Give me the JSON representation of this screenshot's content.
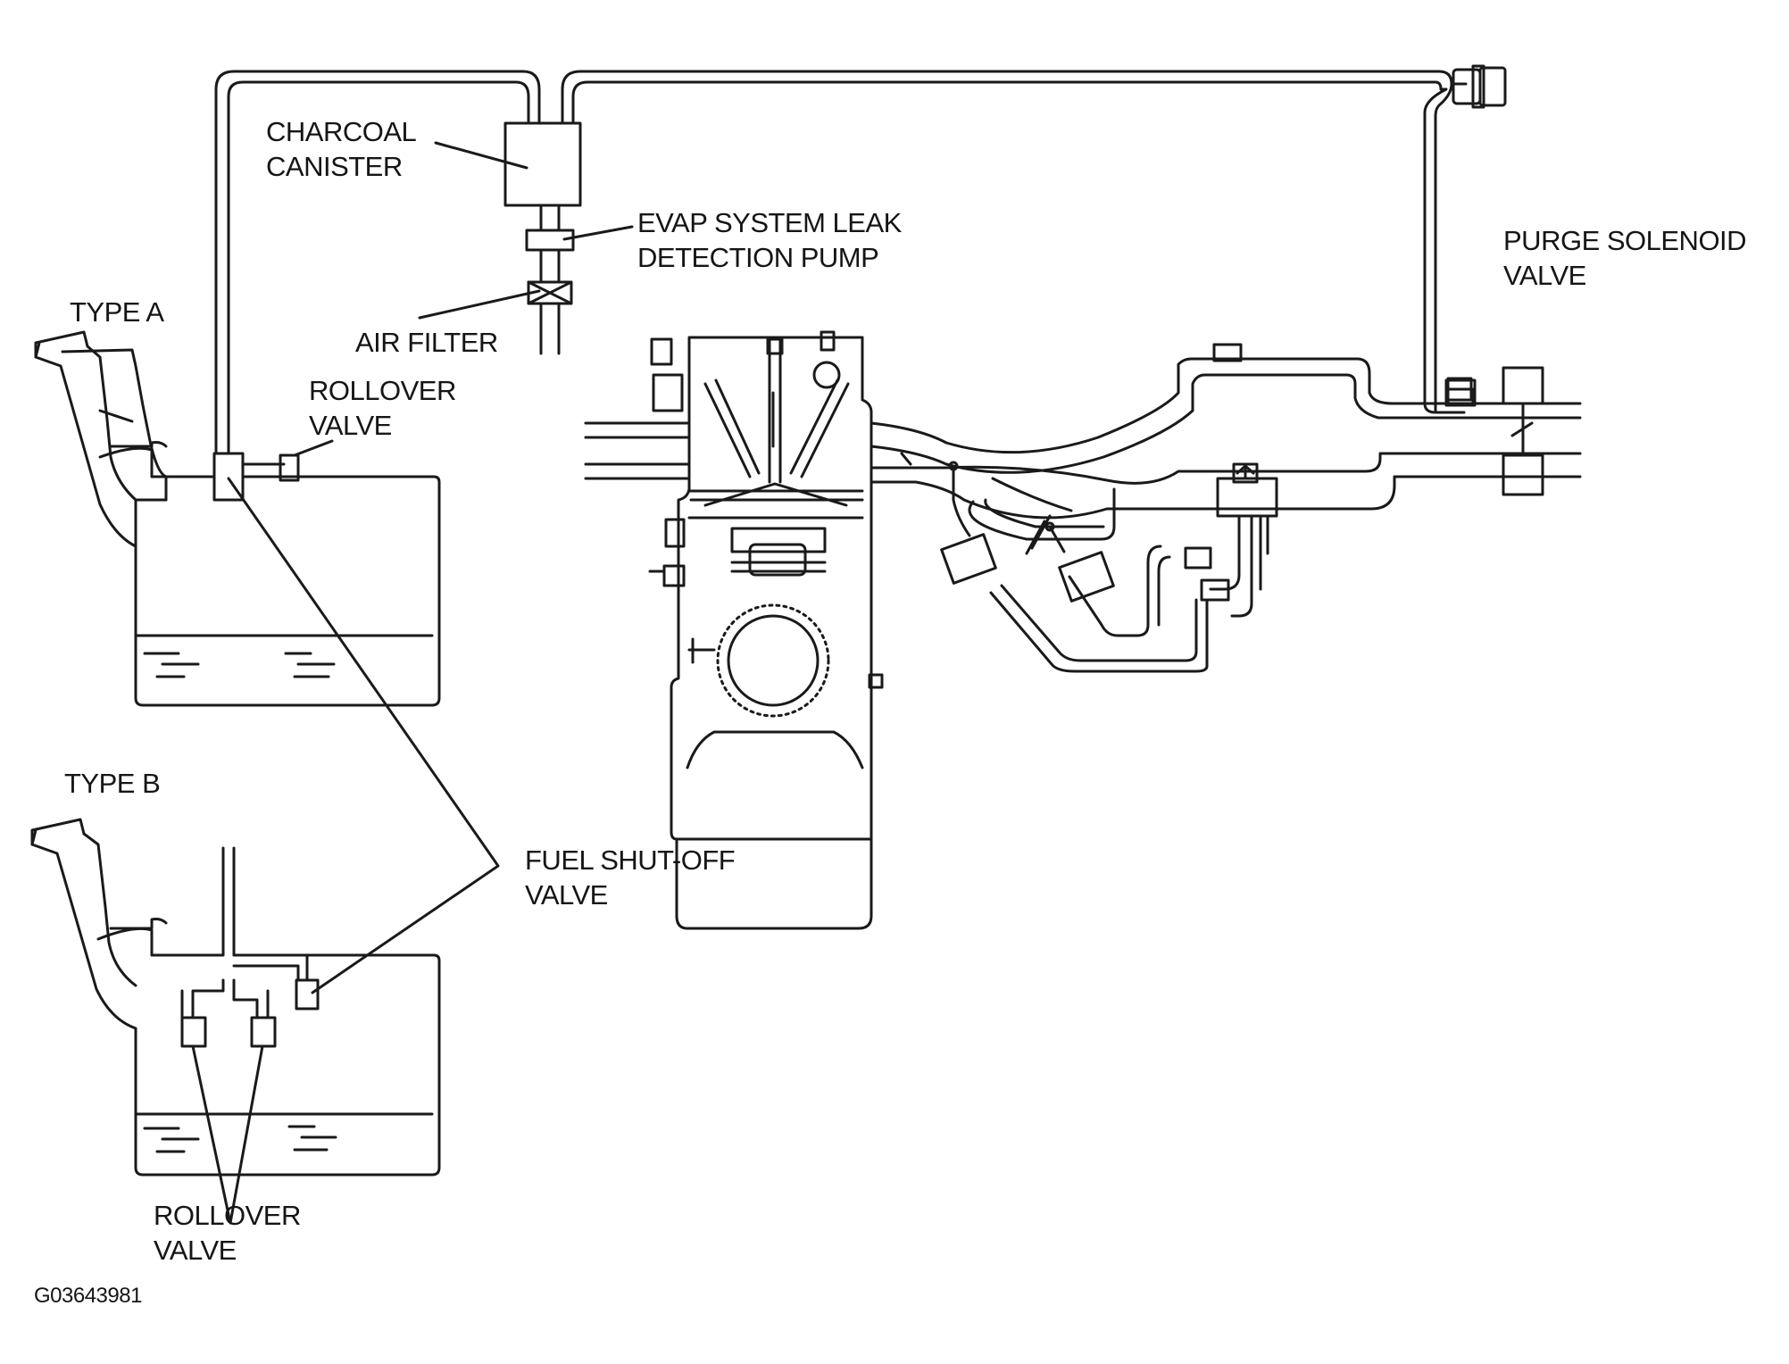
{
  "labels": {
    "charcoal_canister": [
      "CHARCOAL",
      "CANISTER"
    ],
    "leak_detection_pump": [
      "EVAP SYSTEM LEAK",
      "DETECTION PUMP"
    ],
    "purge_solenoid": [
      "PURGE SOLENOID",
      "VALVE"
    ],
    "air_filter": "AIR FILTER",
    "type_a": "TYPE A",
    "type_b": "TYPE B",
    "rollover_valve_a": [
      "ROLLOVER",
      "VALVE"
    ],
    "fuel_shutoff": [
      "FUEL SHUT-OFF",
      "VALVE"
    ],
    "rollover_valve_b": [
      "ROLLOVER",
      "VALVE"
    ]
  },
  "figure_code": "G03643981",
  "colors": {
    "line": "#1a1a1a",
    "background": "#ffffff"
  }
}
